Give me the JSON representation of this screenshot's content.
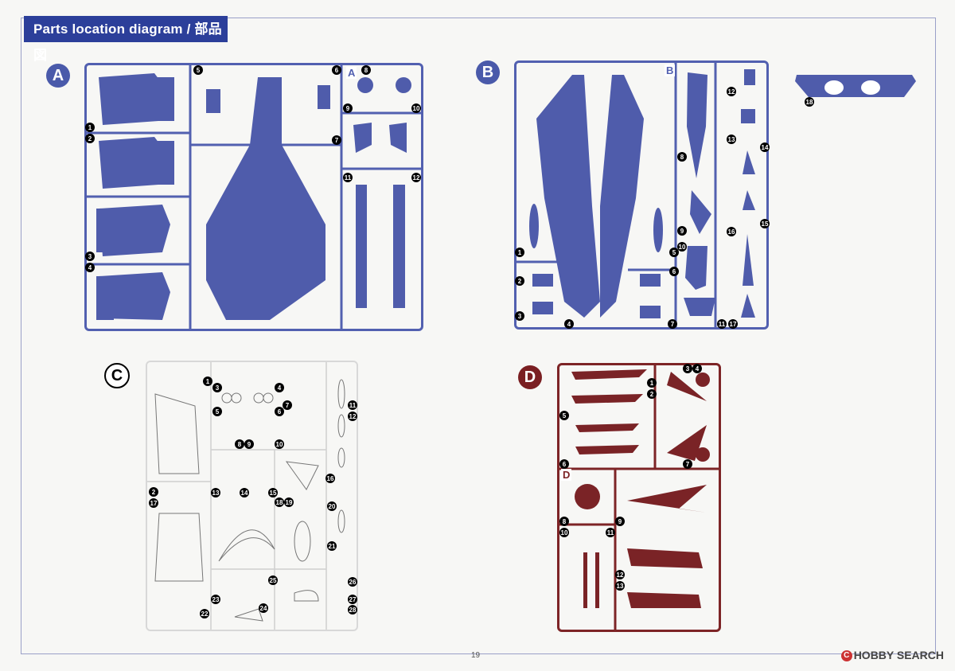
{
  "header": {
    "title": "Parts location diagram / 部品図"
  },
  "sections": [
    {
      "letter": "A",
      "tag": "A",
      "parts": [
        "1",
        "2",
        "3",
        "4",
        "5",
        "6",
        "7",
        "8",
        "9",
        "10",
        "11",
        "12"
      ]
    },
    {
      "letter": "B",
      "tag": "B",
      "parts": [
        "1",
        "2",
        "3",
        "4",
        "5",
        "6",
        "7",
        "8",
        "9",
        "10",
        "11",
        "12",
        "13",
        "14",
        "15",
        "16",
        "17",
        "18"
      ]
    },
    {
      "letter": "C",
      "parts": [
        "1",
        "2",
        "3",
        "4",
        "5",
        "6",
        "7",
        "8",
        "9",
        "10",
        "11",
        "12",
        "13",
        "14",
        "15",
        "16",
        "17",
        "18",
        "19",
        "20",
        "21",
        "22",
        "23",
        "24",
        "25",
        "26",
        "27",
        "28"
      ]
    },
    {
      "letter": "D",
      "tag": "D",
      "parts": [
        "1",
        "2",
        "3",
        "4",
        "5",
        "6",
        "7",
        "8",
        "9",
        "10",
        "11",
        "12",
        "13"
      ]
    }
  ],
  "colors": {
    "blue_sprue": "#5260b0",
    "red_sprue": "#7d2426",
    "title_bg": "#2c3f9a"
  },
  "footer": {
    "page_number": "19",
    "watermark": "HOBBY SEARCH",
    "watermark_mark": "C"
  }
}
